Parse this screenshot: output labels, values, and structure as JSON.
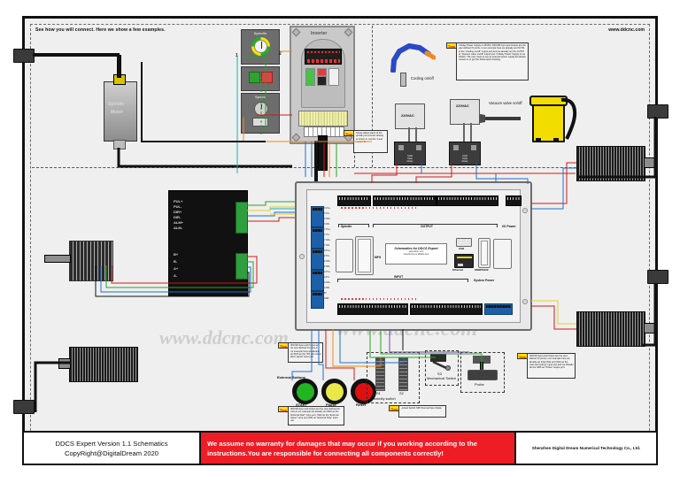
{
  "header": {
    "note": "See how you will connect. Here we show a few examples.",
    "website": "www.ddcnc.com"
  },
  "watermarks": [
    "www.ddcnc.com",
    "www.ddcnc.com",
    "www.ddcnc.com"
  ],
  "board": {
    "title": "Schematics for DDCS Expert",
    "url1": "www.ddcnc.com",
    "url2": "www.factory.en.alibaba.com",
    "sections": {
      "spindle": "Spindle",
      "output": "OUTPUT",
      "io_power": "I/O Power",
      "input": "INPUT",
      "system_power": "System Power",
      "mpg": "MPG",
      "usb": "USB",
      "ethernet": "Ethernet",
      "hmi_rs232": "HMI/RS232"
    },
    "output_pins": [
      "VSO",
      "GND",
      "FWD",
      "COM",
      "OUT1",
      "OUT2",
      "OUT3",
      "OUT4",
      "OUT5",
      "OUT6",
      "OUT7",
      "OUT8",
      "COM",
      "OUT9",
      "OUT10",
      "OUT11",
      "OUT12",
      "OUT13",
      "OUT14",
      "OUT15",
      "OUT16",
      "COM"
    ],
    "io_power_pins": [
      "24V",
      "GND"
    ],
    "input_pins": [
      "COM",
      "IN1",
      "IN2",
      "IN3",
      "IN4",
      "IN5",
      "IN6",
      "IN7",
      "IN8",
      "IN9",
      "IN10",
      "IN11",
      "IN12",
      "COM",
      "IN13",
      "IN14",
      "IN15",
      "IN16",
      "IN17",
      "IN18",
      "IN19",
      "IN20",
      "IN21"
    ],
    "system_power_pins": [
      "24V",
      "GND"
    ],
    "axis_pins": [
      "X PU+",
      "X PU-",
      "X DR+",
      "X DR-",
      "Y PU+",
      "Y PU-",
      "Y DR+",
      "Y DR-",
      "Z PU+",
      "Z PU-",
      "Z DR+",
      "Z DR-",
      "A PU+",
      "A PU-",
      "A DR+",
      "A DR-",
      "5V",
      "GND"
    ]
  },
  "devices": {
    "spindle_motor": "Spindle\nMotor",
    "spindle_motor_l1": "Spindle",
    "spindle_motor_l2": "Motor",
    "spindle_panel": "Spindle",
    "speed_panel": "Speed",
    "inverter": "Inverter",
    "vfd_note": "1",
    "vfd_note2": "2",
    "cooling": "Cooling on/off",
    "vacuum": "Vacuum valve on/off",
    "ac220_1": "220VAC",
    "ac220_2": "220VAC",
    "ssr1_l1": "Solid",
    "ssr1_l2": "State",
    "ssr1_l3": "Relay",
    "ssr2_l1": "Solid",
    "ssr2_l2": "State",
    "ssr2_l3": "Relay",
    "external_buttons": "External Buttons",
    "btn_start": "START",
    "btn_pause": "Pause",
    "btn_reset": "Reset",
    "proximity": "Proximity switch",
    "prox_s1": "S1",
    "prox_s2": "S2",
    "mech_switch": "Mechanical Switch",
    "mech_s3": "S3",
    "probe": "Probe",
    "driver_pins": [
      "PUL+",
      "PUL-",
      "DIR+",
      "DIR-",
      "ALM+",
      "ALM-"
    ],
    "driver_motor_pins": [
      "B+",
      "B-",
      "A+",
      "A-"
    ]
  },
  "tips": {
    "badge": "Tips",
    "t1": "If Relay Power Supply is 24VDC: DDCS8 Input and Output are the user-defined IO ports, in our example here,we already set OUT11 as the \"Cooling on/off\" output port,and we already set the OUT07 as \"Vacuum valve on/off\" output port. If Relay Power Supply is not 24VDC: The user need to use an external power supply,but please contact us to get the Schematics drawing.",
    "t2": "DDCS8 Input and Output are the user-defined IO ports,in our example here,we already set IN23 as the \"5th axis zeros alarm signal\" input port.",
    "t3": "DDCS8 Input and Output are the user-defined IO ports,in our example,we already set IN23 as the \"External Start\" input port, IN22 as the \"External Pause\" input port,IN21 as \"External Stop\" input port.",
    "t4": "Limited Switch NPN Normal Open Mode",
    "t5": "DDCS8 Input and Output are the user-defined IO ports,in our example here,we already set IN12,IN11 and IN10 as the \"auto tool setting\" input port,and we already set the IN05 as \"Probe\" output port.",
    "t6": "Please adjust panel of the spindle just connect directly as shown in number 1 and number 2."
  },
  "footer": {
    "left_line1": "DDCS Expert Version 1.1 Schematics",
    "left_line2": "CopyRight@DigitalDream 2020",
    "warning": "We assume no warranty for damages that may occur if you working according to the instructions.You are responsible for connecting all components correctly!",
    "company": "Shenzhen Digital Dream Numerical Technology Co., Ltd."
  },
  "colors": {
    "warning_bg": "#ee1c25",
    "board_term": "#1d5fa8",
    "tip_badge": "#ffe400",
    "led": "#e02020",
    "vacuum": "#f2dd00",
    "start": "#22b422",
    "pause": "#e8e84a",
    "reset": "#e01010"
  }
}
